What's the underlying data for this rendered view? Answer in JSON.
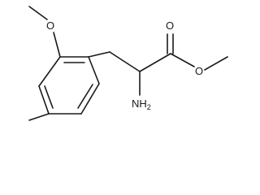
{
  "molecule": {
    "atoms": {
      "ether_oxygen": "O",
      "carbonyl_oxygen": "O",
      "ester_oxygen": "O",
      "amine": "NH",
      "amine_subscript": "2"
    }
  }
}
